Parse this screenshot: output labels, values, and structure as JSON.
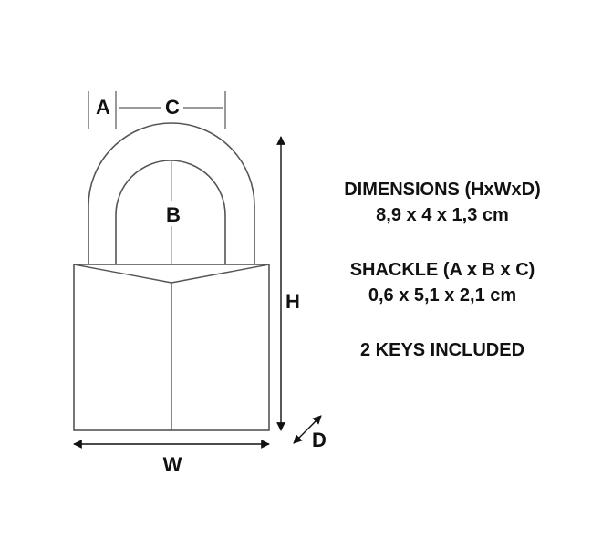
{
  "labels": {
    "a": "A",
    "b": "B",
    "c": "C",
    "h": "H",
    "w": "W",
    "d": "D"
  },
  "specs": {
    "dimensions_title": "DIMENSIONS (HxWxD)",
    "dimensions_value": "8,9 x 4 x 1,3 cm",
    "shackle_title": "SHACKLE (A x B x C)",
    "shackle_value": "0,6 x 5,1 x 2,1 cm",
    "keys": "2 KEYS INCLUDED"
  },
  "colors": {
    "outline": "#555555",
    "text": "#111111"
  }
}
